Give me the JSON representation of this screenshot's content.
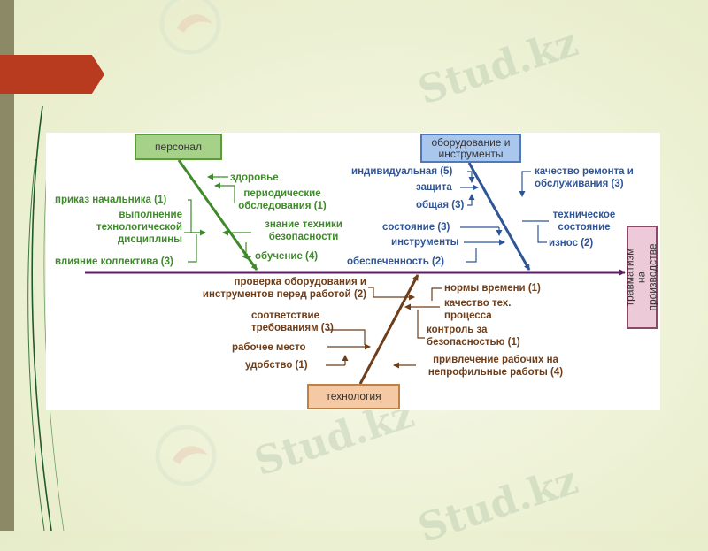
{
  "watermark": "Stud.kz",
  "diagram": {
    "effect": "травматизм на производстве",
    "personnel": {
      "title": "персонал",
      "health": "здоровье",
      "medical_checks": "периодические обследования (1)",
      "supervisor_order": "приказ начальника (1)",
      "discipline": "выполнение технологической дисциплины",
      "team_influence": "влияние коллектива (3)",
      "safety_knowledge": "знание техники безопасности",
      "training": "обучение (4)"
    },
    "equipment": {
      "title": "оборудование и инструменты",
      "individual": "индивидуальная (5)",
      "protection": "защита",
      "general": "общая (3)",
      "condition": "состояние (3)",
      "tools": "инструменты",
      "provision": "обеспеченность (2)",
      "repair_quality": "качество ремонта и обслуживания (3)",
      "technical_state": "техническое состояние",
      "wear": "износ (2)"
    },
    "technology": {
      "title": "технология",
      "equipment_check": "проверка оборудования и инструментов перед работой (2)",
      "requirements": "соответствие требованиям (3)",
      "workplace": "рабочее место",
      "convenience": "удобство (1)",
      "time_norms": "нормы времени (1)",
      "process_quality": "качество тех. процесса",
      "safety_control": "контроль за безопасностью (1)",
      "non_core_work": "привлечение рабочих на непрофильные работы (4)"
    }
  }
}
